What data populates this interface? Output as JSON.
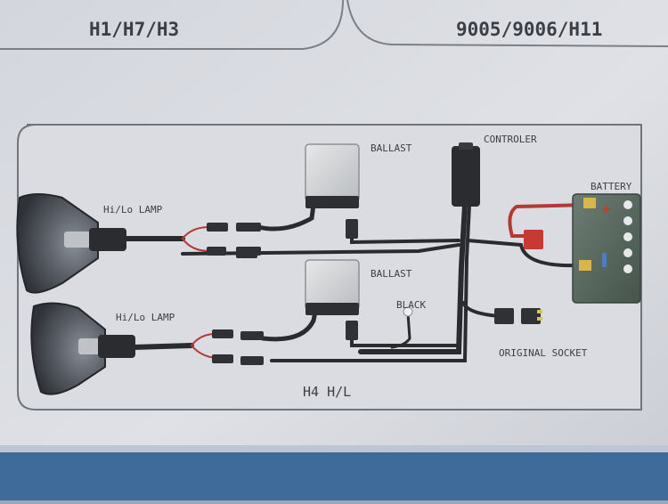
{
  "header": {
    "left_title": "H1/H7/H3",
    "right_title": "9005/9006/H11"
  },
  "diagram": {
    "upper_lamp_label": "Hi/Lo LAMP",
    "lower_lamp_label": "Hi/Lo LAMP",
    "upper_ballast_label": "BALLAST",
    "lower_ballast_label": "BALLAST",
    "controller_label": "CONTROLER",
    "battery_label": "BATTERY",
    "black_label": "BLACK",
    "socket_label": "ORIGINAL SOCKET",
    "footer_title": "H4 H/L"
  },
  "colors": {
    "background": "#9ea6b4",
    "panel": "#d8dbe1",
    "panel_line": "#6f747d",
    "wire_black": "#2a2b2e",
    "wire_red": "#b23a36",
    "battery_body": "#5a6b62",
    "lamp_shell": "#3d4148",
    "ballast_body": "#cfd2d4",
    "base_strip": "#3f6b9b",
    "text": "#3b3f48"
  }
}
